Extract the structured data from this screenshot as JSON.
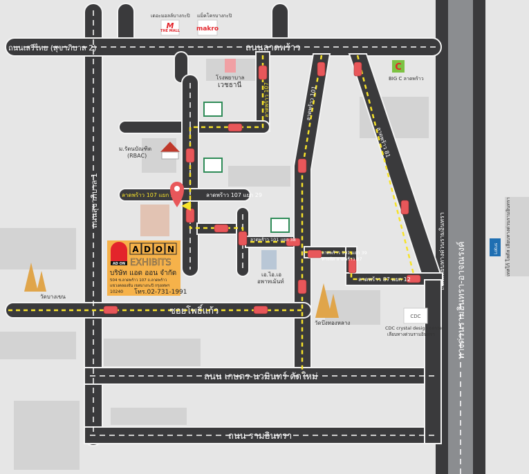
{
  "roads": {
    "serithai": "ถนนเสรีไทย (สุขาภิบาล 2)",
    "latphrao": "ถนนลาดพร้าว",
    "sukhaphiban1": "ถนนสุขาภิบาล 1",
    "latphrao107": "ลาดพร้าว 107",
    "latphrao101": "ลาดพร้าว 101",
    "latphrao81": "ลาดพร้าว 81",
    "soi36": "ลาดพร้าว 107 แยก 36",
    "soi29": "ลาดพร้าว 107 แยก 29",
    "soi101_38": "ลาดพร้าว 101 แยก 38",
    "soi101_39": "ลาดพร้าว 101 แยก 39",
    "soi87_link": "ทางลัด ลาดพร้าว 87",
    "soi87_12": "ลาดพร้าว 87 แยก 12",
    "phokaew": "ซอยโพธิ์แก้ว",
    "kaset": "ถนน เกษตร-นวมินทร์  ตัดใหม่",
    "ramintra": "ถนน รามอินทรา",
    "expressway": "ทางด่วนรามอินทรา-อาจณรงค์",
    "frontage": "ถนนเลียบทางด่วนรามอินทรา"
  },
  "landmarks": {
    "themall": "เดอะมอลล์บางกะปิ",
    "themall_logo": "THE MALL",
    "makro": "แม็คโครบางกะปิ",
    "makro_logo": "makro",
    "hospital_1": "โรงพยาบาล",
    "hospital_2": "เวชธานี",
    "bigc": "BIG C ลาดพร้าว",
    "rbac_1": "ม.รัตนบัณฑิต",
    "rbac_2": "(RBAC)",
    "apartment_1": "เอ.ไอ.เอ",
    "apartment_2": "อพาทเม้นท์",
    "wat_bangkhen": "วัดบางเขน",
    "wat_bueng": "วัดบึงทองหลาง",
    "cdc_logo": "CDC",
    "cdc_1": "CDC crystal design center",
    "cdc_2": "เลียบทางด่วนรามอินทรา",
    "lotus_logo": "Lotus",
    "lotus": "เทสโก้ โลตัส เลียบทางด่วนรามอินทรา"
  },
  "company": {
    "logo_small": "AD ON",
    "letters": [
      "A",
      "D",
      "O",
      "N"
    ],
    "exhibits": "EXHIBITS",
    "name": "บริษัท แอด ออน จำกัด",
    "address_1": "504 ซ.ลาดพร้าว 107 ถ.ลาดพร้าว",
    "address_2": "แขวงคลองจั่น เขตบางกะปิ กรุงเทพฯ",
    "zip": "10240",
    "phone": "โทร.02-731-1991"
  },
  "colors": {
    "road": "#3a3a3c",
    "route": "#f7e32a",
    "pin": "#e8575a",
    "card": "#f6b24a",
    "expressway": "#8b8d90"
  }
}
